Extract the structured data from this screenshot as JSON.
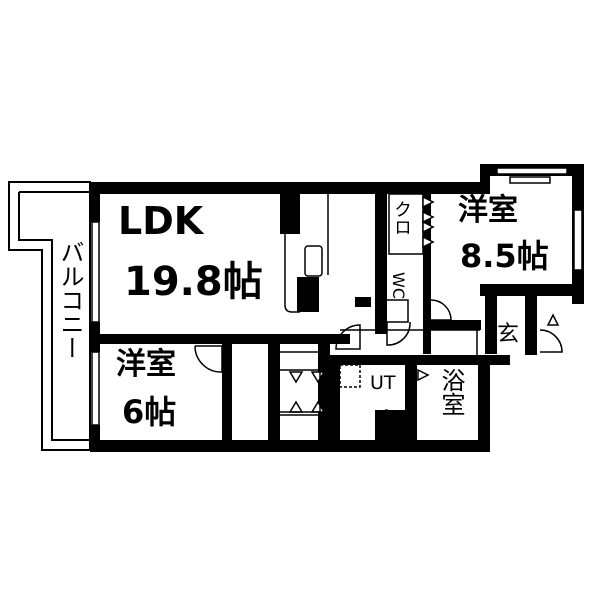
{
  "rooms": {
    "ldk": {
      "name": "LDK",
      "size": "19.8帖"
    },
    "western_room_1": {
      "name": "洋室",
      "size": "8.5帖"
    },
    "western_room_2": {
      "name": "洋室",
      "size": "6帖"
    },
    "balcony": {
      "name": "バルコニー"
    },
    "closet": {
      "name": "クロ"
    },
    "toilet": {
      "name": "WC"
    },
    "utility": {
      "name": "UT"
    },
    "bath": {
      "name": "浴室"
    },
    "entrance": {
      "name": "玄"
    }
  },
  "colors": {
    "wall": "#000000",
    "floor": "#ffffff",
    "line": "#000000"
  }
}
